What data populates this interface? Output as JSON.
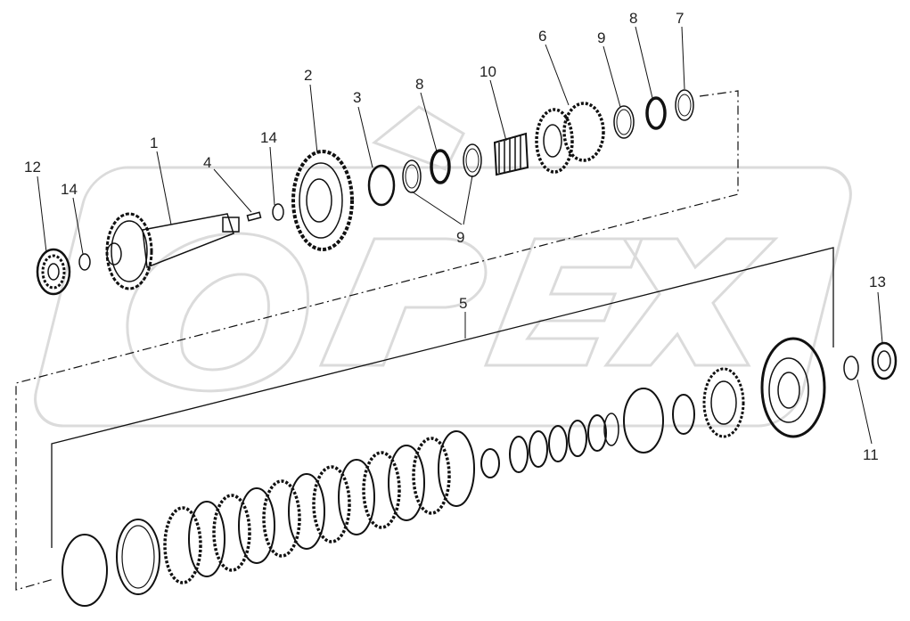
{
  "watermark": {
    "text": "OPEX"
  },
  "callouts": {
    "c12": "12",
    "c14a": "14",
    "c1": "1",
    "c4": "4",
    "c14b": "14",
    "c2": "2",
    "c3": "3",
    "c8a": "8",
    "c9a": "9",
    "c10": "10",
    "c6": "6",
    "c9b": "9",
    "c8b": "8",
    "c7": "7",
    "c5": "5",
    "c13": "13",
    "c11": "11"
  }
}
